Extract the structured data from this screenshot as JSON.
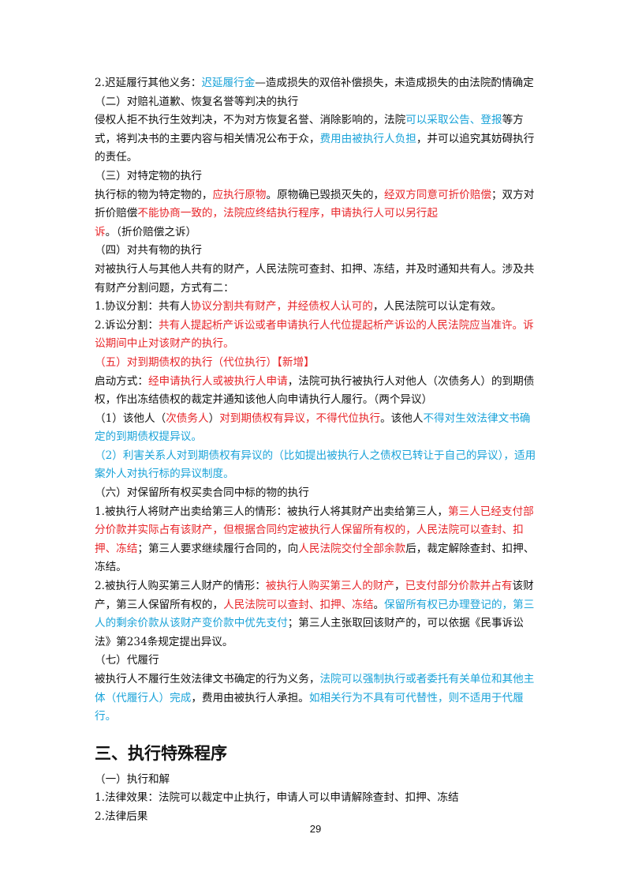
{
  "paragraphs": [
    [
      {
        "t": "2.迟延履行其他义务："
      },
      {
        "t": "迟延履行金",
        "c": "blue"
      },
      {
        "t": "—造成损失的双倍补偿损失，未造成损失的由法院酌情确定"
      }
    ],
    [
      {
        "t": "（二）对赔礼道歉、恢复名誉等判决的执行"
      }
    ],
    [
      {
        "t": "侵权人拒不执行生效判决，不为对方恢复名誉、消除影响的，法院"
      },
      {
        "t": "可以采取公告、登报",
        "c": "blue"
      },
      {
        "t": "等方式，将判决书的主要内容与相关情况公布于众，"
      },
      {
        "t": "费用由被执行人负担",
        "c": "blue"
      },
      {
        "t": "，并可以追究其妨碍执行的责任。"
      }
    ],
    [
      {
        "t": "（三）对特定物的执行"
      }
    ],
    [
      {
        "t": "执行标的物为特定物的，"
      },
      {
        "t": "应执行原物",
        "c": "red"
      },
      {
        "t": "。原物确已毁损灭失的，"
      },
      {
        "t": "经双方同意可折价赔偿",
        "c": "red"
      },
      {
        "t": "；双方对折价赔偿"
      },
      {
        "t": "不能协商一致的，法院应终结执行程序，申请执行人可以另行起诉",
        "c": "red"
      },
      {
        "t": "。（折价赔偿之诉）"
      }
    ],
    [
      {
        "t": "（四）对共有物的执行"
      }
    ],
    [
      {
        "t": "对被执行人与其他人共有的财产，人民法院可查封、扣押、冻结，并及时通知共有人。涉及共有财产分割问题，方式有二："
      }
    ],
    [
      {
        "t": "1.协议分割：共有人"
      },
      {
        "t": "协议分割共有财产，并经债权人认可的",
        "c": "red"
      },
      {
        "t": "，人民法院可以认定有效。"
      }
    ],
    [
      {
        "t": "2.诉讼分割："
      },
      {
        "t": "共有人提起析产诉讼或者申请执行人代位提起析产诉讼的人民法院应当准许。诉讼期间中止对该财产的执行。",
        "c": "red"
      }
    ],
    [
      {
        "t": "（五）对到期债权的执行（代位执行）【新增】",
        "c": "red"
      }
    ],
    [
      {
        "t": "启动方式："
      },
      {
        "t": "经申请执行人或被执行人申请",
        "c": "red"
      },
      {
        "t": "，法院可执行被执行人对他人（次债务人）的到期债权，作出冻结债权的裁定并通知该他人向申请执行人履行。（两个异议）"
      }
    ],
    [
      {
        "t": "（1）该他人（"
      },
      {
        "t": "次债务人",
        "c": "red"
      },
      {
        "t": "）"
      },
      {
        "t": "对到期债权有异议，不得代位执行",
        "c": "red"
      },
      {
        "t": "。该他人"
      },
      {
        "t": "不得对生效法律文书确定的到期债权提异议。",
        "c": "blue"
      }
    ],
    [
      {
        "t": "（2）",
        "c": "blue"
      },
      {
        "t": "利害关系人对到期债权有异议的（比如提出被执行人之债权已转让于自己的异议），适用案外人对执行标的异议制度。",
        "c": "blue"
      }
    ],
    [
      {
        "t": "（六）对保留所有权买卖合同中标的物的执行"
      }
    ],
    [
      {
        "t": "1.被执行人将财产出卖给第三人的情形：被执行人将其财产出卖给第三人，"
      },
      {
        "t": "第三人已经支付部分价款并实际占有该财产，但根据合同约定被执行人保留所有权的，人民法院可以查封、扣押、冻结",
        "c": "red"
      },
      {
        "t": "；第三人要求继续履行合同的，向"
      },
      {
        "t": "人民法院交付全部余款",
        "c": "red"
      },
      {
        "t": "后，裁定解除查封、扣押、冻结。"
      }
    ],
    [
      {
        "t": "2.被执行人购买第三人财产的情形："
      },
      {
        "t": "被执行人购买第三人的财产",
        "c": "red"
      },
      {
        "t": "，"
      },
      {
        "t": "已支付部分价款并占有",
        "c": "red"
      },
      {
        "t": "该财产，第三人保留所有权的，"
      },
      {
        "t": "人民法院可以查封、扣押、冻结",
        "c": "red"
      },
      {
        "t": "。"
      },
      {
        "t": "保留所有权已办理登记的，第三人的剩余价款从该财产变价款中优先支付",
        "c": "blue"
      },
      {
        "t": "；第三人主张取回该财产的，可以依据《民事诉讼法》第234条规定提出异议。"
      }
    ],
    [
      {
        "t": "（七）代履行"
      }
    ],
    [
      {
        "t": "被执行人不履行生效法律文书确定的行为义务，"
      },
      {
        "t": "法院可以强制执行或者委托有关单位和其他主体（代履行人）完成",
        "c": "blue"
      },
      {
        "t": "，费用由被执行人承担。"
      },
      {
        "t": "如相关行为不具有可代替性，则不适用于代履行。",
        "c": "blue"
      }
    ]
  ],
  "section_heading": "三、执行特殊程序",
  "tail_paragraphs": [
    [
      {
        "t": "（一）执行和解"
      }
    ],
    [
      {
        "t": "1.法律效果：法院可以裁定中止执行，申请人可以申请解除查封、扣押、冻结"
      }
    ],
    [
      {
        "t": "2.法律后果"
      }
    ]
  ],
  "page_number": "29",
  "colors": {
    "red": "#e8262a",
    "blue": "#1aa3d9"
  }
}
